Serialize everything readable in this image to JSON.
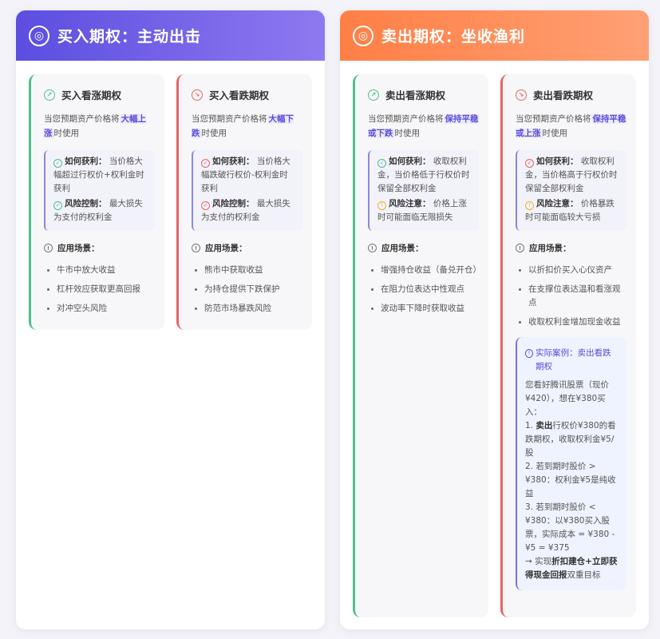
{
  "left_panel": {
    "title": "买入期权：主动出击",
    "header_icon": "target-icon",
    "cards": [
      {
        "title": "买入看涨期权",
        "desc_prefix": "当您预期资产价格将",
        "desc_highlight": "大幅上涨",
        "desc_suffix": "时使用",
        "profit_label": "如何获利：",
        "profit_text": "当价格大幅超过行权价+权利金时获利",
        "risk_label": "风险控制：",
        "risk_text": "最大损失为支付的权利金",
        "scene_title": "应用场景：",
        "scenes": [
          "牛市中放大收益",
          "杠杆效应获取更高回报",
          "对冲空头风险"
        ]
      },
      {
        "title": "买入看跌期权",
        "desc_prefix": "当您预期资产价格将",
        "desc_highlight": "大幅下跌",
        "desc_suffix": "时使用",
        "profit_label": "如何获利：",
        "profit_text": "当价格大幅跌破行权价-权利金时获利",
        "risk_label": "风险控制：",
        "risk_text": "最大损失为支付的权利金",
        "scene_title": "应用场景：",
        "scenes": [
          "熊市中获取收益",
          "为持仓提供下跌保护",
          "防范市场暴跌风险"
        ]
      }
    ]
  },
  "right_panel": {
    "title": "卖出期权：坐收渔利",
    "header_icon": "target-icon",
    "cards": [
      {
        "title": "卖出看涨期权",
        "desc_prefix": "当您预期资产价格将",
        "desc_highlight": "保持平稳或下跌",
        "desc_suffix": "时使用",
        "profit_label": "如何获利：",
        "profit_text": "收取权利金，当价格低于行权价时保留全部权利金",
        "risk_label": "风险注意：",
        "risk_text": "价格上涨时可能面临无限损失",
        "scene_title": "应用场景：",
        "scenes": [
          "增强持仓收益（备兑开仓）",
          "在阻力位表达中性观点",
          "波动率下降时获取收益"
        ]
      },
      {
        "title": "卖出看跌期权",
        "desc_prefix": "当您预期资产价格将",
        "desc_highlight": "保持平稳或上涨",
        "desc_suffix": "时使用",
        "profit_label": "如何获利：",
        "profit_text": "收取权利金，当价格高于行权价时保留全部权利金",
        "risk_label": "风险注意：",
        "risk_text": "价格暴跌时可能面临较大亏损",
        "scene_title": "应用场景：",
        "scenes": [
          "以折扣价买入心仪资产",
          "在支撑位表达温和看涨观点",
          "收取权利金增加现金收益"
        ],
        "case": {
          "title": "实际案例：卖出看跌期权",
          "intro": "您看好腾讯股票（现价¥420），想在¥380买入：",
          "step1_prefix": "1. ",
          "step1_bold": "卖出",
          "step1_text": "行权价¥380的看跌期权，收取权利金¥5/股",
          "step2": "2. 若到期时股价 > ¥380：权利金¥5是纯收益",
          "step3": "3. 若到期时股价 < ¥380：以¥380买入股票，实际成本 = ¥380 - ¥5 = ¥375",
          "conclusion_prefix": "→ 实现",
          "conclusion_bold": "折扣建仓+立即获得现金回报",
          "conclusion_suffix": "双重目标"
        }
      }
    ]
  },
  "colors": {
    "left_header_start": "#5b4ee0",
    "left_header_end": "#8f79f0",
    "right_header_start": "#ff7f45",
    "right_header_end": "#ffa074",
    "call_accent": "#4fc08d",
    "put_accent": "#e86464",
    "highlight": "#5a4bd8"
  }
}
